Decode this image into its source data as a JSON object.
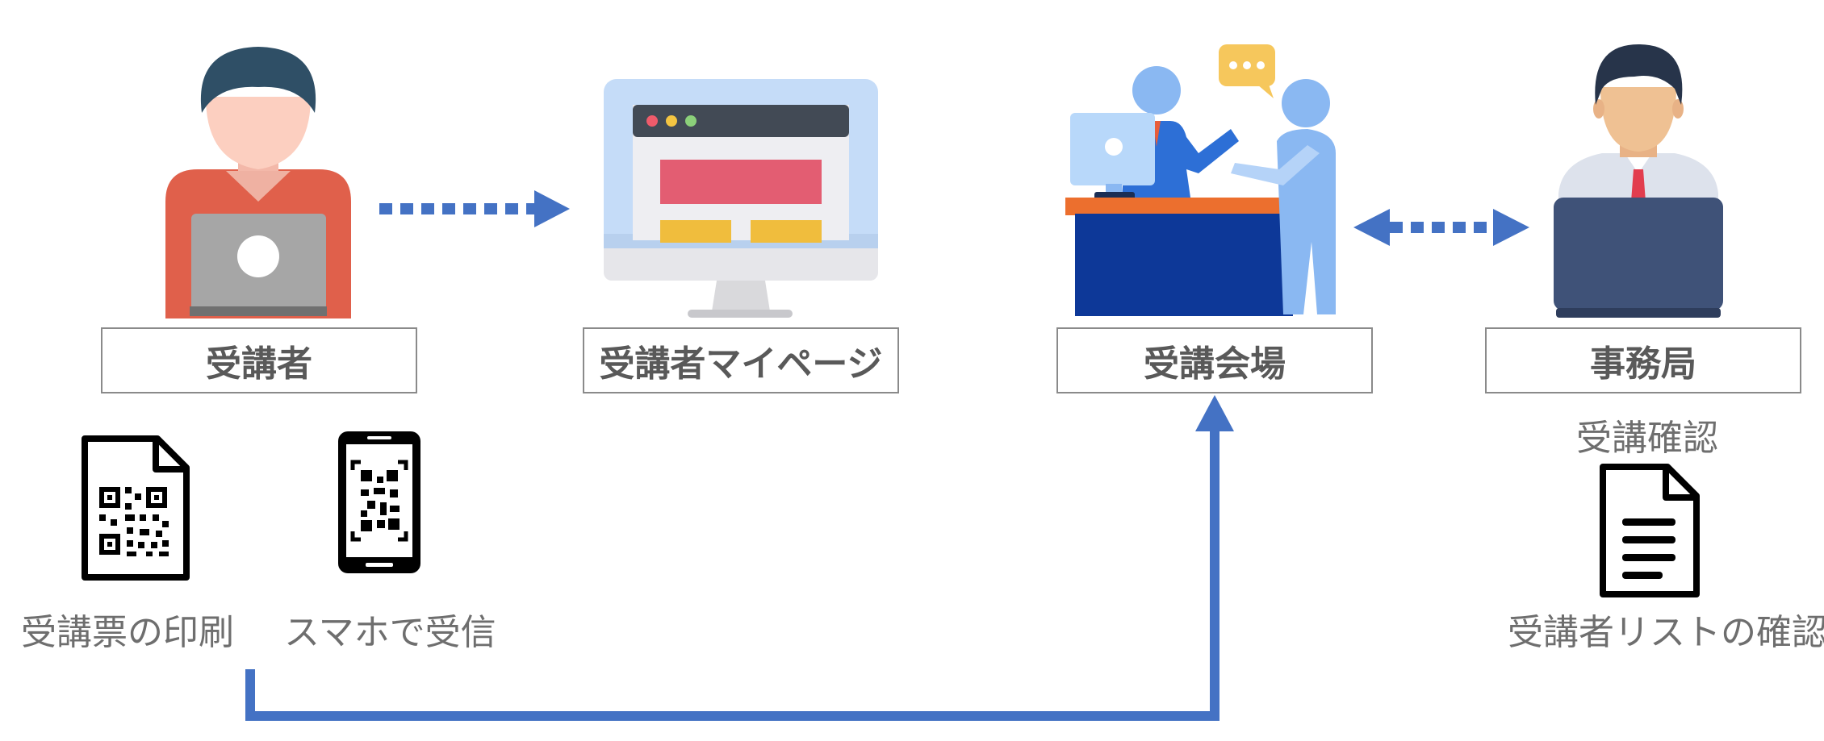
{
  "nodes": {
    "student": "受講者",
    "mypage": "受講者マイページ",
    "venue": "受講会場",
    "office": "事務局"
  },
  "captions": {
    "print_ticket": "受講票の印刷",
    "smartphone_receive": "スマホで受信",
    "attendance_check": "受講確認",
    "list_check": "受講者リストの確認"
  },
  "icons": {
    "student": "person-with-laptop-icon",
    "mypage": "monitor-webpage-icon",
    "venue": "reception-desk-icon",
    "office": "businessman-with-laptop-icon",
    "ticket": "qr-document-icon",
    "phone": "qr-smartphone-icon",
    "list": "document-list-icon"
  },
  "colors": {
    "arrow": "#4472c4",
    "label_border": "#8a8a8a",
    "label_text": "#595959",
    "caption_text": "#6e6e6e"
  }
}
